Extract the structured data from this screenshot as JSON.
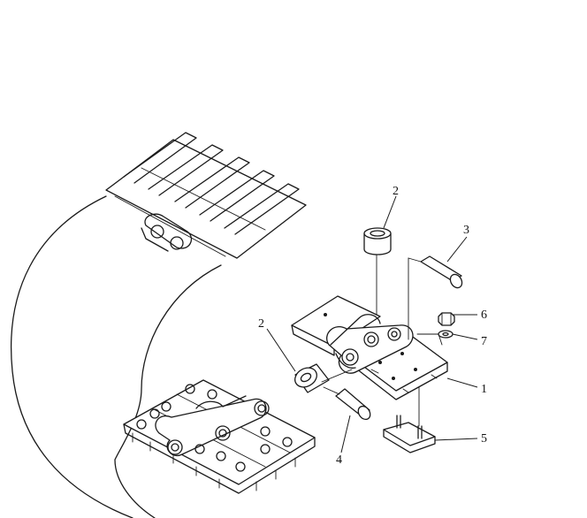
{
  "callouts": [
    {
      "label": "1",
      "part": "track-shoe"
    },
    {
      "label": "2",
      "part": "bushing-upper"
    },
    {
      "label": "2",
      "part": "bushing-lower"
    },
    {
      "label": "3",
      "part": "pin-upper"
    },
    {
      "label": "4",
      "part": "pin-lower"
    },
    {
      "label": "5",
      "part": "shoe-bolt"
    },
    {
      "label": "6",
      "part": "nut"
    },
    {
      "label": "7",
      "part": "washer"
    }
  ]
}
